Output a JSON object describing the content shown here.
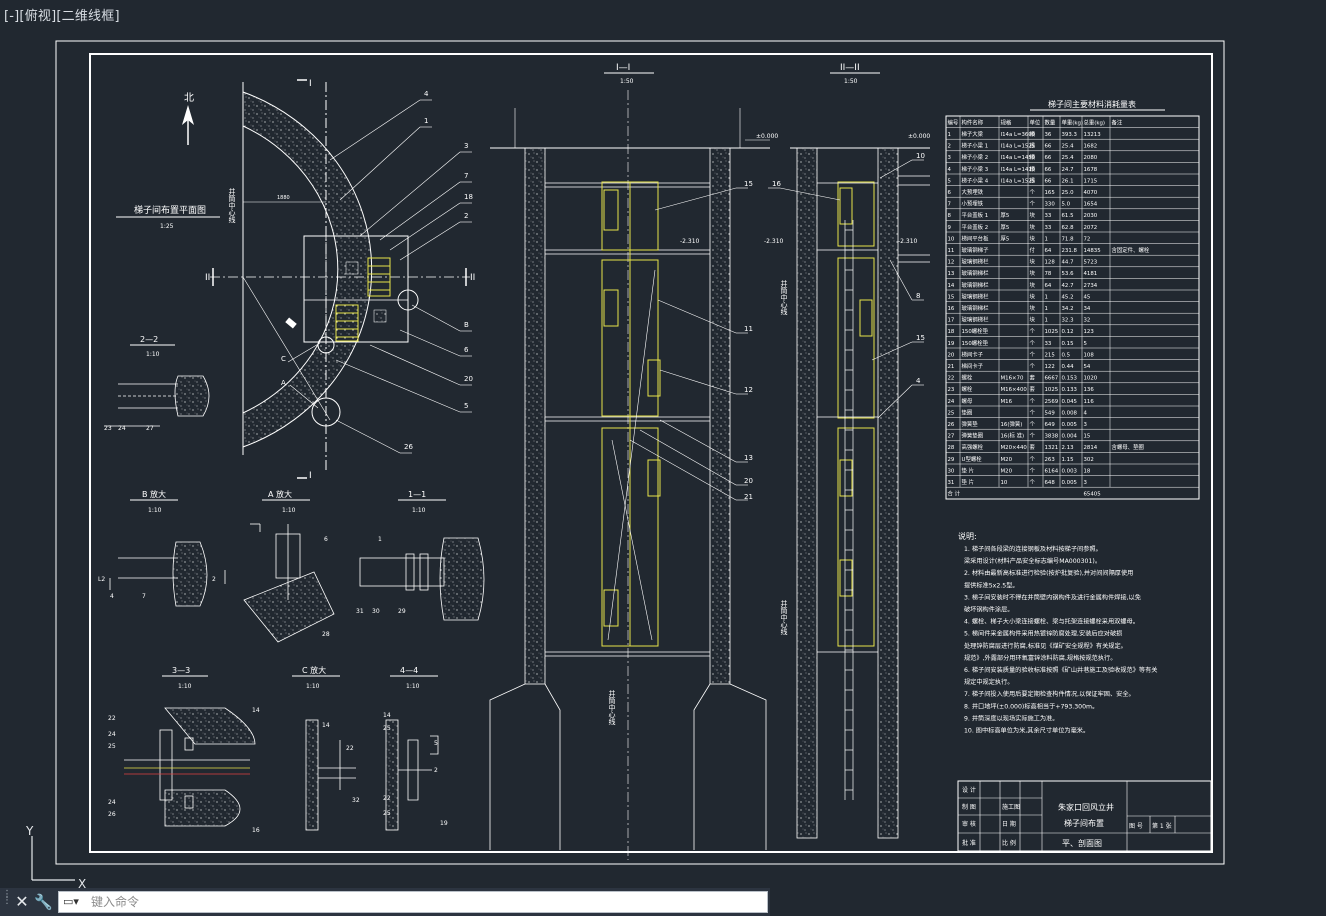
{
  "viewport": {
    "label": "[-][俯视][二维线框]"
  },
  "colors": {
    "background": "#212830",
    "line": "#ffffff",
    "highlight": "#e8e34a",
    "accent_red": "#e04040"
  },
  "plan_view": {
    "title": "梯子间布置平面图",
    "scale": "1:25",
    "north_label": "北",
    "axis_label": "井筒中心线",
    "dimension": "1880",
    "section_mark_1": "I",
    "section_mark_2": "II",
    "callouts": [
      "4",
      "1",
      "3",
      "7",
      "18",
      "2",
      "B",
      "6",
      "20",
      "5",
      "C",
      "A",
      "26"
    ]
  },
  "details": [
    {
      "title": "2—2",
      "scale": "1:10"
    },
    {
      "title": "B 放大",
      "scale": "1:10"
    },
    {
      "title": "A 放大",
      "scale": "1:10"
    },
    {
      "title": "1—1",
      "scale": "1:10"
    },
    {
      "title": "3—3",
      "scale": "1:10"
    },
    {
      "title": "C 放大",
      "scale": "1:10"
    },
    {
      "title": "4—4",
      "scale": "1:10"
    }
  ],
  "section_1": {
    "title": "I—I",
    "scale": "1:50",
    "elev_top": "±0.000",
    "elev_mid": "-2.310",
    "axis_label": "井筒中心线",
    "callouts": [
      "15",
      "11",
      "12",
      "13",
      "20",
      "21"
    ]
  },
  "section_2": {
    "title": "II—II",
    "scale": "1:50",
    "elev_left": "-2.310",
    "elev_right": "-2.310",
    "elev_top": "±0.000",
    "axis_label": "井筒中心线",
    "callouts": [
      "16",
      "10",
      "8",
      "15",
      "4"
    ]
  },
  "materials_table": {
    "title": "梯子间主要材料消耗量表",
    "headers": [
      "编号",
      "构件名称",
      "规格",
      "单位",
      "数量",
      "单重(kg)",
      "总重(kg)",
      "备注"
    ],
    "rows": [
      [
        "1",
        "梯子大梁",
        "I14a L=3600",
        "根",
        "36",
        "393.3",
        "13213",
        ""
      ],
      [
        "2",
        "梯子小梁 1",
        "I14a L=1525",
        "根",
        "66",
        "25.4",
        "1682",
        ""
      ],
      [
        "3",
        "梯子小梁 2",
        "I14a L=1450",
        "根",
        "66",
        "25.4",
        "2080",
        ""
      ],
      [
        "4",
        "梯子小梁 3",
        "I14a L=1410",
        "根",
        "66",
        "24.7",
        "1678",
        ""
      ],
      [
        "5",
        "梯子小梁 4",
        "I14a L=1525",
        "根",
        "66",
        "26.1",
        "1715",
        ""
      ],
      [
        "6",
        "大预埋铁",
        "",
        "个",
        "165",
        "25.0",
        "4070",
        ""
      ],
      [
        "7",
        "小预埋铁",
        "",
        "个",
        "330",
        "5.0",
        "1654",
        ""
      ],
      [
        "8",
        "平台盖板 1",
        "厚5",
        "块",
        "33",
        "61.5",
        "2030",
        ""
      ],
      [
        "9",
        "平台盖板 2",
        "厚5",
        "块",
        "33",
        "62.8",
        "2072",
        ""
      ],
      [
        "10",
        "梯间平台板",
        "厚5",
        "块",
        "1",
        "71.8",
        "72",
        ""
      ],
      [
        "11",
        "玻璃钢梯子",
        "",
        "付",
        "64",
        "231.8",
        "14835",
        "含固定件、螺栓"
      ],
      [
        "12",
        "玻璃钢梯栏",
        "",
        "块",
        "128",
        "44.7",
        "5723",
        ""
      ],
      [
        "13",
        "玻璃钢梯栏",
        "",
        "块",
        "78",
        "53.6",
        "4181",
        ""
      ],
      [
        "14",
        "玻璃钢梯栏",
        "",
        "块",
        "64",
        "42.7",
        "2734",
        ""
      ],
      [
        "15",
        "玻璃钢梯栏",
        "",
        "块",
        "1",
        "45.2",
        "45",
        ""
      ],
      [
        "16",
        "玻璃钢梯栏",
        "",
        "块",
        "1",
        "34.2",
        "34",
        ""
      ],
      [
        "17",
        "玻璃钢梯栏",
        "",
        "块",
        "1",
        "32.3",
        "32",
        ""
      ],
      [
        "18",
        "150螺栓垫",
        "",
        "个",
        "1025",
        "0.12",
        "123",
        ""
      ],
      [
        "19",
        "150螺栓垫",
        "",
        "个",
        "33",
        "0.15",
        "5",
        ""
      ],
      [
        "20",
        "梯间卡子",
        "",
        "个",
        "215",
        "0.5",
        "108",
        ""
      ],
      [
        "21",
        "梯间卡子",
        "",
        "个",
        "122",
        "0.44",
        "54",
        ""
      ],
      [
        "22",
        "螺栓",
        "M16×70",
        "套",
        "6667",
        "0.153",
        "1020",
        ""
      ],
      [
        "23",
        "螺栓",
        "M16×400",
        "套",
        "1025",
        "0.133",
        "136",
        ""
      ],
      [
        "24",
        "螺母",
        "M16",
        "个",
        "2569",
        "0.045",
        "116",
        ""
      ],
      [
        "25",
        "垫圈",
        "",
        "个",
        "549",
        "0.008",
        "4",
        ""
      ],
      [
        "26",
        "弹簧垫",
        "16(弹簧)",
        "个",
        "649",
        "0.005",
        "3",
        ""
      ],
      [
        "27",
        "弹簧垫圈",
        "16(标 准)",
        "个",
        "3838",
        "0.004",
        "15",
        ""
      ],
      [
        "28",
        "高强螺栓",
        "M20×440",
        "套",
        "1321",
        "2.13",
        "2814",
        "含螺母、垫圈"
      ],
      [
        "29",
        "U型螺栓",
        "M20",
        "个",
        "263",
        "1.15",
        "302",
        ""
      ],
      [
        "30",
        "垫 片",
        "M20",
        "个",
        "6164",
        "0.003",
        "18",
        ""
      ],
      [
        "31",
        "垫 片",
        "10",
        "个",
        "648",
        "0.005",
        "3",
        ""
      ]
    ],
    "total_label": "合 计",
    "total_value": "65405"
  },
  "notes": {
    "title": "说明:",
    "items": [
      "1. 梯子间各段梁的连接钢板及材料按梯子间参照。",
      "   梁采用设计(材料产品安全标志编号MA000301)。",
      "2. 材料由最新高标准进行检验(按炉批复验),并对间间隔厚使用",
      "   提供标准5x2.5型。",
      "3. 梯子间安装时不得在井筒壁内钢构件及进行金属构件焊接,以免",
      "   破坏钢构件涂层。",
      "4. 螺栓、梯子大小梁连接螺栓、梁与托架连接螺栓采用双螺母。",
      "5. 梯间件采金属构件采用热镀锌防腐处理,安装后应对破损",
      "   处理锌防腐层进行防腐,标准见《煤矿安全规程》有关规定。",
      "   规范》,外露部分用环氧富锌涂料防腐,规格按规范执行。",
      "6. 梯子间安装质量的验收标准按照《矿山井巷施工及验收规范》等有关",
      "   规定中规定执行。",
      "7. 梯子间投入使用后要定期检查构件情况,以保证牢固、安全。",
      "8. 井口地坪(±0.000)标高相当于+793.300m。",
      "9. 井筒深度以现场实际施工为准。",
      "10. 图中标高单位为米,其余尺寸单位为毫米。"
    ]
  },
  "title_block": {
    "project_line1": "朱家口回风立井",
    "project_line2": "梯子间布置",
    "drawing_name": "平、剖面图",
    "rows": [
      "设 计",
      "制 图",
      "审 核",
      "批 准"
    ],
    "mid_labels": [
      "",
      "施工图",
      "日 期",
      "比 例"
    ],
    "right_labels": [
      "图 号",
      "第 1 张",
      "",
      ""
    ]
  },
  "command_line": {
    "placeholder": "键入命令",
    "close_icon": "close-icon",
    "customize_icon": "wrench-icon"
  },
  "ucs": {
    "x_label": "X",
    "y_label": "Y"
  }
}
